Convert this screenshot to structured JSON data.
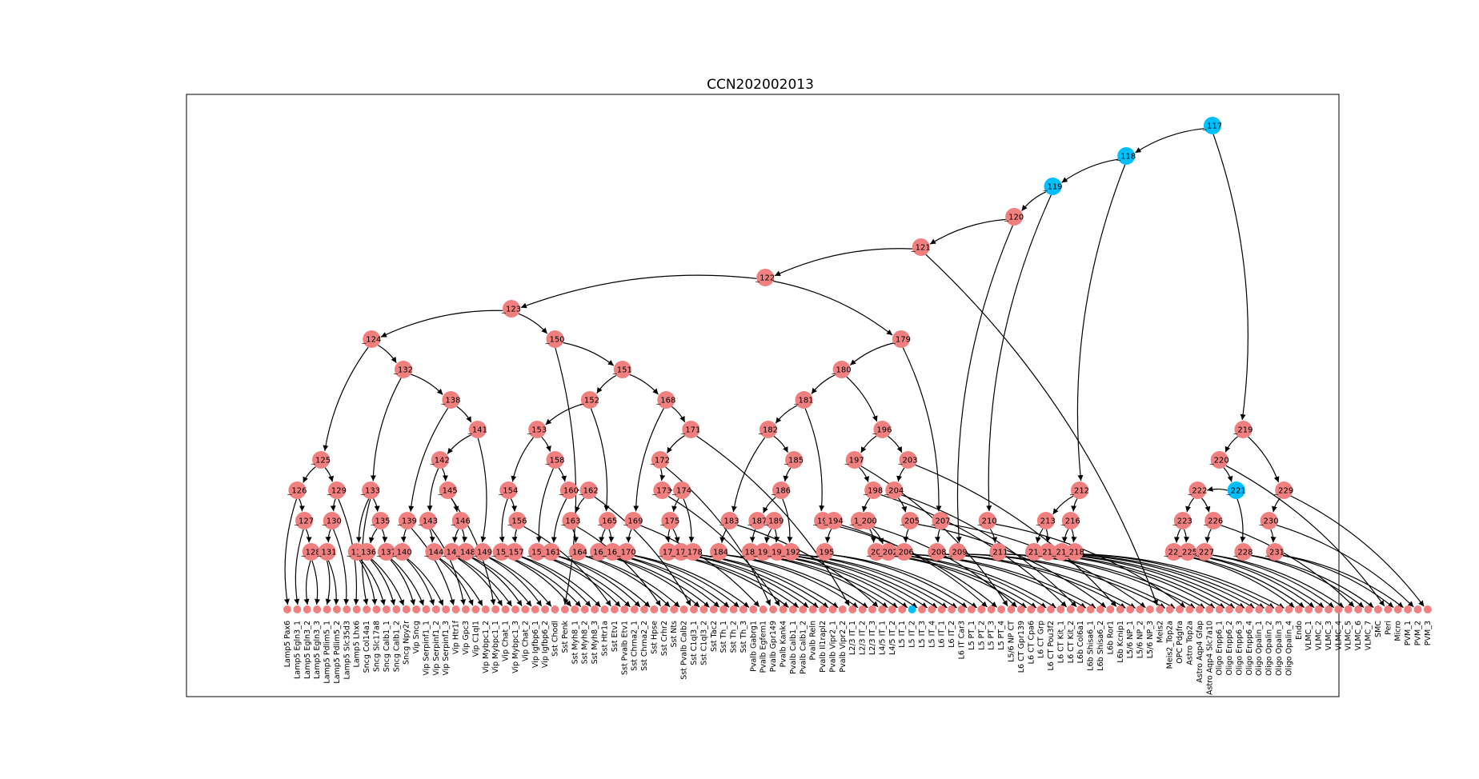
{
  "title": "CCN202002013",
  "colors": {
    "node": "#f08080",
    "highlight": "#00bfff",
    "edge": "#000000",
    "frame": "#000000"
  },
  "internal_nodes": [
    {
      "id": "_117",
      "level": 0,
      "slot": 93.3,
      "parent": null,
      "highlight": true
    },
    {
      "id": "_118",
      "level": 1,
      "slot": 84.6,
      "parent": "_117",
      "highlight": true
    },
    {
      "id": "_119",
      "level": 2,
      "slot": 77.2,
      "parent": "_118",
      "highlight": true
    },
    {
      "id": "_120",
      "level": 3,
      "slot": 73.3,
      "parent": "_119"
    },
    {
      "id": "_121",
      "level": 4,
      "slot": 63.9,
      "parent": "_120"
    },
    {
      "id": "_122",
      "level": 5,
      "slot": 48.2,
      "parent": "_121"
    },
    {
      "id": "_123",
      "level": 6,
      "slot": 22.6,
      "parent": "_122"
    },
    {
      "id": "_124",
      "level": 7,
      "slot": 8.5,
      "parent": "_123"
    },
    {
      "id": "_125",
      "level": 11,
      "slot": 3.4,
      "parent": "_124"
    },
    {
      "id": "_126",
      "level": 12,
      "slot": 1.0,
      "parent": "_125"
    },
    {
      "id": "_127",
      "level": 13,
      "slot": 1.7,
      "parent": "_126"
    },
    {
      "id": "_128",
      "level": 14,
      "slot": 2.4,
      "parent": "_127"
    },
    {
      "id": "_129",
      "level": 12,
      "slot": 5.0,
      "parent": "_125"
    },
    {
      "id": "_130",
      "level": 13,
      "slot": 4.5,
      "parent": "_129"
    },
    {
      "id": "_131",
      "level": 14,
      "slot": 4.0,
      "parent": "_130"
    },
    {
      "id": "_132",
      "level": 8,
      "slot": 11.7,
      "parent": "_124"
    },
    {
      "id": "_133",
      "level": 12,
      "slot": 8.4,
      "parent": "_132"
    },
    {
      "id": "_134",
      "level": 14,
      "slot": 7.0,
      "parent": "_133"
    },
    {
      "id": "_135",
      "level": 13,
      "slot": 9.4,
      "parent": "_133"
    },
    {
      "id": "_136",
      "level": 14,
      "slot": 8.0,
      "parent": "_135"
    },
    {
      "id": "_137",
      "level": 14,
      "slot": 10.0,
      "parent": "_135"
    },
    {
      "id": "_138",
      "level": 9,
      "slot": 16.5,
      "parent": "_132"
    },
    {
      "id": "_139",
      "level": 13,
      "slot": 12.1,
      "parent": "_138"
    },
    {
      "id": "_140",
      "level": 14,
      "slot": 11.6,
      "parent": "_139"
    },
    {
      "id": "_141",
      "level": 10,
      "slot": 19.2,
      "parent": "_138"
    },
    {
      "id": "_142",
      "level": 11,
      "slot": 15.4,
      "parent": "_141"
    },
    {
      "id": "_143",
      "level": 13,
      "slot": 14.2,
      "parent": "_142"
    },
    {
      "id": "_144",
      "level": 14,
      "slot": 14.8,
      "parent": "_143"
    },
    {
      "id": "_145",
      "level": 12,
      "slot": 16.2,
      "parent": "_142"
    },
    {
      "id": "_146",
      "level": 13,
      "slot": 17.5,
      "parent": "_145"
    },
    {
      "id": "_147",
      "level": 14,
      "slot": 16.6,
      "parent": "_146"
    },
    {
      "id": "_148",
      "level": 14,
      "slot": 18.0,
      "parent": "_146"
    },
    {
      "id": "_149",
      "level": 14,
      "slot": 19.7,
      "parent": "_141"
    },
    {
      "id": "_150",
      "level": 7,
      "slot": 27.0,
      "parent": "_123"
    },
    {
      "id": "_151",
      "level": 8,
      "slot": 33.8,
      "parent": "_150"
    },
    {
      "id": "_152",
      "level": 9,
      "slot": 30.5,
      "parent": "_151"
    },
    {
      "id": "_153",
      "level": 10,
      "slot": 25.2,
      "parent": "_152"
    },
    {
      "id": "_154",
      "level": 12,
      "slot": 22.3,
      "parent": "_153"
    },
    {
      "id": "_155",
      "level": 14,
      "slot": 21.6,
      "parent": "_154"
    },
    {
      "id": "_156",
      "level": 13,
      "slot": 23.2,
      "parent": "_154"
    },
    {
      "id": "_157",
      "level": 14,
      "slot": 22.9,
      "parent": "_156"
    },
    {
      "id": "_158",
      "level": 11,
      "slot": 27.0,
      "parent": "_153"
    },
    {
      "id": "_159",
      "level": 14,
      "slot": 25.2,
      "parent": "_158"
    },
    {
      "id": "_160",
      "level": 12,
      "slot": 28.4,
      "parent": "_158"
    },
    {
      "id": "_161",
      "level": 14,
      "slot": 26.6,
      "parent": "_160"
    },
    {
      "id": "_162",
      "level": 12,
      "slot": 30.4,
      "parent": "_160"
    },
    {
      "id": "_163",
      "level": 13,
      "slot": 28.6,
      "parent": "_162"
    },
    {
      "id": "_164",
      "level": 14,
      "slot": 29.3,
      "parent": "_163"
    },
    {
      "id": "_165",
      "level": 13,
      "slot": 32.3,
      "parent": "_152"
    },
    {
      "id": "_166",
      "level": 14,
      "slot": 31.4,
      "parent": "_165"
    },
    {
      "id": "_167",
      "level": 14,
      "slot": 32.8,
      "parent": "_165"
    },
    {
      "id": "_168",
      "level": 9,
      "slot": 38.2,
      "parent": "_151"
    },
    {
      "id": "_169",
      "level": 13,
      "slot": 34.9,
      "parent": "_168"
    },
    {
      "id": "_170",
      "level": 14,
      "slot": 34.2,
      "parent": "_169"
    },
    {
      "id": "_171",
      "level": 10,
      "slot": 40.7,
      "parent": "_168"
    },
    {
      "id": "_172",
      "level": 11,
      "slot": 37.6,
      "parent": "_171"
    },
    {
      "id": "_173",
      "level": 12,
      "slot": 37.8,
      "parent": "_172"
    },
    {
      "id": "_174",
      "level": 12,
      "slot": 39.8,
      "parent": "_173"
    },
    {
      "id": "_175",
      "level": 13,
      "slot": 38.6,
      "parent": "_174"
    },
    {
      "id": "_176",
      "level": 14,
      "slot": 38.4,
      "parent": "_175"
    },
    {
      "id": "_177",
      "level": 14,
      "slot": 39.7,
      "parent": "_175"
    },
    {
      "id": "_178",
      "level": 14,
      "slot": 40.9,
      "parent": "_174"
    },
    {
      "id": "_179",
      "level": 7,
      "slot": 61.9,
      "parent": "_122"
    },
    {
      "id": "_180",
      "level": 8,
      "slot": 55.9,
      "parent": "_179"
    },
    {
      "id": "_181",
      "level": 9,
      "slot": 52.1,
      "parent": "_180"
    },
    {
      "id": "_182",
      "level": 10,
      "slot": 48.5,
      "parent": "_181"
    },
    {
      "id": "_183",
      "level": 13,
      "slot": 44.6,
      "parent": "_182"
    },
    {
      "id": "_184",
      "level": 14,
      "slot": 43.5,
      "parent": "_183"
    },
    {
      "id": "_185",
      "level": 11,
      "slot": 51.1,
      "parent": "_182"
    },
    {
      "id": "_186",
      "level": 12,
      "slot": 49.8,
      "parent": "_185"
    },
    {
      "id": "_187",
      "level": 13,
      "slot": 47.4,
      "parent": "_186"
    },
    {
      "id": "_188",
      "level": 14,
      "slot": 46.7,
      "parent": "_187"
    },
    {
      "id": "_189",
      "level": 13,
      "slot": 49.1,
      "parent": "_187"
    },
    {
      "id": "_190",
      "level": 14,
      "slot": 48.0,
      "parent": "_189"
    },
    {
      "id": "_191",
      "level": 14,
      "slot": 49.4,
      "parent": "_189"
    },
    {
      "id": "_192",
      "level": 14,
      "slot": 50.8,
      "parent": "_186"
    },
    {
      "id": "_193",
      "level": 13,
      "slot": 54.0,
      "parent": "_181"
    },
    {
      "id": "_194",
      "level": 13,
      "slot": 55.1,
      "parent": "_193"
    },
    {
      "id": "_195",
      "level": 14,
      "slot": 54.2,
      "parent": "_194"
    },
    {
      "id": "_196",
      "level": 10,
      "slot": 60.0,
      "parent": "_180"
    },
    {
      "id": "_197",
      "level": 11,
      "slot": 57.2,
      "parent": "_196"
    },
    {
      "id": "_198",
      "level": 12,
      "slot": 59.1,
      "parent": "_197"
    },
    {
      "id": "_199",
      "level": 13,
      "slot": 57.7,
      "parent": "_198"
    },
    {
      "id": "_200",
      "level": 13,
      "slot": 58.5,
      "parent": "_199"
    },
    {
      "id": "_201",
      "level": 14,
      "slot": 59.4,
      "parent": "_200"
    },
    {
      "id": "_202",
      "level": 14,
      "slot": 60.6,
      "parent": "_200"
    },
    {
      "id": "_203",
      "level": 11,
      "slot": 62.6,
      "parent": "_196"
    },
    {
      "id": "_204",
      "level": 12,
      "slot": 61.2,
      "parent": "_203"
    },
    {
      "id": "_205",
      "level": 13,
      "slot": 62.8,
      "parent": "_204"
    },
    {
      "id": "_206",
      "level": 14,
      "slot": 62.2,
      "parent": "_205"
    },
    {
      "id": "_207",
      "level": 13,
      "slot": 65.9,
      "parent": "_179"
    },
    {
      "id": "_208",
      "level": 14,
      "slot": 65.5,
      "parent": "_207"
    },
    {
      "id": "_209",
      "level": 14,
      "slot": 67.6,
      "parent": "_120"
    },
    {
      "id": "_210",
      "level": 13,
      "slot": 70.6,
      "parent": "_119"
    },
    {
      "id": "_211",
      "level": 14,
      "slot": 71.7,
      "parent": "_210"
    },
    {
      "id": "_212",
      "level": 12,
      "slot": 79.9,
      "parent": "_118"
    },
    {
      "id": "_213",
      "level": 13,
      "slot": 76.5,
      "parent": "_212"
    },
    {
      "id": "_214",
      "level": 14,
      "slot": 75.3,
      "parent": "_213"
    },
    {
      "id": "_215",
      "level": 14,
      "slot": 76.7,
      "parent": "_213"
    },
    {
      "id": "_216",
      "level": 13,
      "slot": 79.0,
      "parent": "_212"
    },
    {
      "id": "_217",
      "level": 14,
      "slot": 78.1,
      "parent": "_216"
    },
    {
      "id": "_218",
      "level": 14,
      "slot": 79.4,
      "parent": "_216"
    },
    {
      "id": "_219",
      "level": 10,
      "slot": 96.4,
      "parent": "_117"
    },
    {
      "id": "_220",
      "level": 11,
      "slot": 94.0,
      "parent": "_219"
    },
    {
      "id": "_221",
      "level": 12,
      "slot": 95.7,
      "parent": "_220",
      "highlight": true
    },
    {
      "id": "_222",
      "level": 12,
      "slot": 91.8,
      "parent": "_221"
    },
    {
      "id": "_223",
      "level": 13,
      "slot": 90.3,
      "parent": "_222"
    },
    {
      "id": "_224",
      "level": 14,
      "slot": 89.4,
      "parent": "_223"
    },
    {
      "id": "_225",
      "level": 14,
      "slot": 90.8,
      "parent": "_223"
    },
    {
      "id": "_226",
      "level": 13,
      "slot": 93.4,
      "parent": "_222"
    },
    {
      "id": "_227",
      "level": 14,
      "slot": 92.5,
      "parent": "_226"
    },
    {
      "id": "_228",
      "level": 14,
      "slot": 96.4,
      "parent": "_221"
    },
    {
      "id": "_229",
      "level": 12,
      "slot": 100.5,
      "parent": "_219"
    },
    {
      "id": "_230",
      "level": 13,
      "slot": 99.0,
      "parent": "_229"
    },
    {
      "id": "_231",
      "level": 14,
      "slot": 99.6,
      "parent": "_230"
    }
  ],
  "leaves": [
    {
      "label": "Lamp5 Pax6",
      "parent": "_126"
    },
    {
      "label": "Lamp5 Egln3_1",
      "parent": "_127"
    },
    {
      "label": "Lamp5 Egln3_2",
      "parent": "_128"
    },
    {
      "label": "Lamp5 Egln3_3",
      "parent": "_128"
    },
    {
      "label": "Lamp5 Pdlim5_1",
      "parent": "_131"
    },
    {
      "label": "Lamp5 Pdlim5_2",
      "parent": "_131"
    },
    {
      "label": "Lamp5 Slc35d3",
      "parent": "_130"
    },
    {
      "label": "Lamp5 Lhx6",
      "parent": "_129"
    },
    {
      "label": "Sncg Col14a1",
      "parent": "_133"
    },
    {
      "label": "Sncg Slc17a8",
      "parent": "_134"
    },
    {
      "label": "Sncg Calb1_1",
      "parent": "_134"
    },
    {
      "label": "Sncg Calb1_2",
      "parent": "_136"
    },
    {
      "label": "Sncg Npy2r",
      "parent": "_136"
    },
    {
      "label": "Vip Sncg",
      "parent": "_137"
    },
    {
      "label": "Vip Serpinf1_1",
      "parent": "_137"
    },
    {
      "label": "Vip Serpinf1_2",
      "parent": "_140"
    },
    {
      "label": "Vip Serpinf1_3",
      "parent": "_140"
    },
    {
      "label": "Vip Htr1f",
      "parent": "_139"
    },
    {
      "label": "Vip Gpc3",
      "parent": "_143"
    },
    {
      "label": "Vip C1ql1",
      "parent": "_144"
    },
    {
      "label": "Vip Mybpc1_2",
      "parent": "_144"
    },
    {
      "label": "Vip Mybpc1_1",
      "parent": "_145"
    },
    {
      "label": "Vip Chat_1",
      "parent": "_147"
    },
    {
      "label": "Vip Mybpc1_3",
      "parent": "_147"
    },
    {
      "label": "Vip Chat_2",
      "parent": "_148"
    },
    {
      "label": "Vip Igfbp6_1",
      "parent": "_148"
    },
    {
      "label": "Vip Igfbp6_2",
      "parent": "_149"
    },
    {
      "label": "Sst Chodl",
      "parent": "_149"
    },
    {
      "label": "Sst Penk",
      "parent": "_150"
    },
    {
      "label": "Sst Myh8_1",
      "parent": "_155"
    },
    {
      "label": "Sst Myh8_2",
      "parent": "_155"
    },
    {
      "label": "Sst Myh8_3",
      "parent": "_157"
    },
    {
      "label": "Sst Htr1a",
      "parent": "_157"
    },
    {
      "label": "Sst Etv1",
      "parent": "_156"
    },
    {
      "label": "Sst Pvalb Etv1",
      "parent": "_159"
    },
    {
      "label": "Sst Chrna2_1",
      "parent": "_159"
    },
    {
      "label": "Sst Chrna2_2",
      "parent": "_161"
    },
    {
      "label": "Sst Hpse",
      "parent": "_161"
    },
    {
      "label": "Sst Crhr2",
      "parent": "_163"
    },
    {
      "label": "Sst Nts",
      "parent": "_164"
    },
    {
      "label": "Sst Pvalb Calb2",
      "parent": "_164"
    },
    {
      "label": "Sst C1ql3_1",
      "parent": "_162"
    },
    {
      "label": "Sst C1ql3_2",
      "parent": "_166"
    },
    {
      "label": "Sst Tac2",
      "parent": "_166"
    },
    {
      "label": "Sst Th_1",
      "parent": "_167"
    },
    {
      "label": "Sst Th_2",
      "parent": "_167"
    },
    {
      "label": "Sst Th_3",
      "parent": "_170"
    },
    {
      "label": "Pvalb Gabrg1",
      "parent": "_170"
    },
    {
      "label": "Pvalb Egfem1",
      "parent": "_169"
    },
    {
      "label": "Pvalb Gpr149",
      "parent": "_172"
    },
    {
      "label": "Pvalb Kank4",
      "parent": "_173"
    },
    {
      "label": "Pvalb Calb1_1",
      "parent": "_176"
    },
    {
      "label": "Pvalb Calb1_2",
      "parent": "_176"
    },
    {
      "label": "Pvalb Reln",
      "parent": "_177"
    },
    {
      "label": "Pvalb Il1rapl2",
      "parent": "_177"
    },
    {
      "label": "Pvalb Vipr2_1",
      "parent": "_178"
    },
    {
      "label": "Pvalb Vipr2_2",
      "parent": "_178"
    },
    {
      "label": "L2/3 IT_1",
      "parent": "_171"
    },
    {
      "label": "L2/3 IT_2",
      "parent": "_184"
    },
    {
      "label": "L2/3 IT_3",
      "parent": "_184"
    },
    {
      "label": "L4/5 IT_1",
      "parent": "_183"
    },
    {
      "label": "L4/5 IT_2",
      "parent": "_188"
    },
    {
      "label": "L5 IT_1",
      "parent": "_188"
    },
    {
      "label": "L5 IT_2",
      "parent": "_190",
      "highlight": true
    },
    {
      "label": "L5 IT_3",
      "parent": "_190"
    },
    {
      "label": "L5 IT_4",
      "parent": "_191"
    },
    {
      "label": "L6 IT_1",
      "parent": "_191"
    },
    {
      "label": "L6 IT_2",
      "parent": "_192"
    },
    {
      "label": "L6 IT Car3",
      "parent": "_192"
    },
    {
      "label": "L5 PT_1",
      "parent": "_195"
    },
    {
      "label": "L5 PT_2",
      "parent": "_195"
    },
    {
      "label": "L5 PT_3",
      "parent": "_194"
    },
    {
      "label": "L5 PT_4",
      "parent": "_193"
    },
    {
      "label": "L5/6 NP CT",
      "parent": "_197"
    },
    {
      "label": "L6 CT Gpr139",
      "parent": "_199"
    },
    {
      "label": "L6 CT Cpa6",
      "parent": "_201"
    },
    {
      "label": "L6 CT Grp",
      "parent": "_201"
    },
    {
      "label": "L6 CT Pou3f2",
      "parent": "_202"
    },
    {
      "label": "L6 CT Kit_1",
      "parent": "_202"
    },
    {
      "label": "L6 CT Kit_2",
      "parent": "_198"
    },
    {
      "label": "L6b Col6a1",
      "parent": "_204"
    },
    {
      "label": "L6b Shisa6_1",
      "parent": "_206"
    },
    {
      "label": "L6b Shisa6_2",
      "parent": "_206"
    },
    {
      "label": "L6b Ror1",
      "parent": "_205"
    },
    {
      "label": "L6b Kcnip1",
      "parent": "_203"
    },
    {
      "label": "L5/6 NP_1",
      "parent": "_208"
    },
    {
      "label": "L5/6 NP_2",
      "parent": "_208"
    },
    {
      "label": "L5/6 NP_3",
      "parent": "_207"
    },
    {
      "label": "Meis2",
      "parent": "_121"
    },
    {
      "label": "Meis2_Top2a",
      "parent": "_209"
    },
    {
      "label": "OPC Pdgfra",
      "parent": "_209"
    },
    {
      "label": "Astro Top2a",
      "parent": "_210"
    },
    {
      "label": "Astro Aqp4 Gfap",
      "parent": "_211"
    },
    {
      "label": "Astro Aqp4 Slc7a10",
      "parent": "_211"
    },
    {
      "label": "Oligo Enpp6_1",
      "parent": "_214"
    },
    {
      "label": "Oligo Enpp6_2",
      "parent": "_214"
    },
    {
      "label": "Oligo Enpp6_3",
      "parent": "_215"
    },
    {
      "label": "Oligo Enpp6_4",
      "parent": "_215"
    },
    {
      "label": "Oligo Opalin_1",
      "parent": "_217"
    },
    {
      "label": "Oligo Opalin_2",
      "parent": "_217"
    },
    {
      "label": "Oligo Opalin_3",
      "parent": "_218"
    },
    {
      "label": "Oligo Opalin_4",
      "parent": "_218"
    },
    {
      "label": "Endo",
      "parent": "_224"
    },
    {
      "label": "VLMC_1",
      "parent": "_224"
    },
    {
      "label": "VLMC_2",
      "parent": "_225"
    },
    {
      "label": "VLMC_3",
      "parent": "_225"
    },
    {
      "label": "VLMC_4",
      "parent": "_227"
    },
    {
      "label": "VLMC_5",
      "parent": "_227"
    },
    {
      "label": "VLMC_6",
      "parent": "_226"
    },
    {
      "label": "VLMC_7",
      "parent": "_228"
    },
    {
      "label": "SMC",
      "parent": "_228"
    },
    {
      "label": "Peri",
      "parent": "_220"
    },
    {
      "label": "Micro",
      "parent": "_231"
    },
    {
      "label": "PVM_1",
      "parent": "_231"
    },
    {
      "label": "PVM_2",
      "parent": "_230"
    },
    {
      "label": "PVM_3",
      "parent": "_229"
    }
  ]
}
